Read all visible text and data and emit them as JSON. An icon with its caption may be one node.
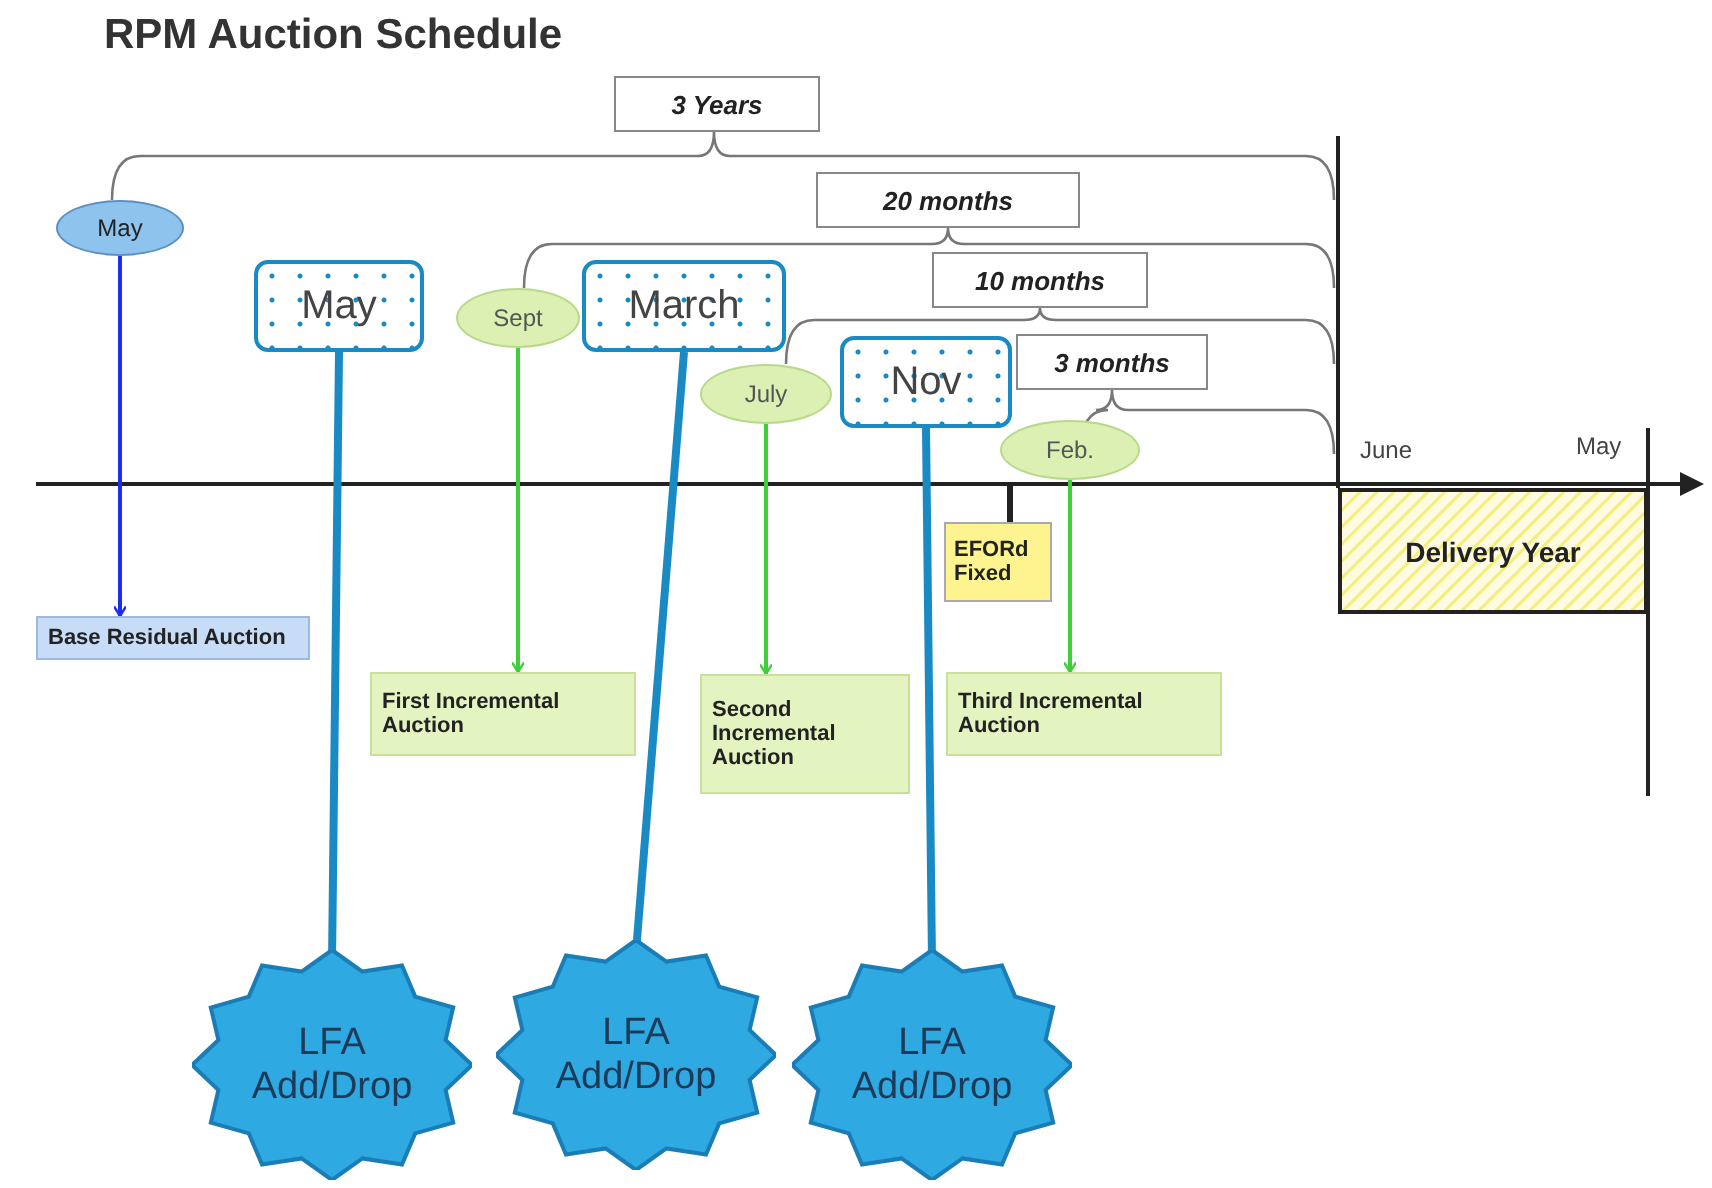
{
  "diagram": {
    "title": "RPM Auction Schedule",
    "nodes": [
      {
        "text": [
          "May"
        ]
      },
      {
        "text": [
          "May"
        ]
      },
      {
        "text": [
          "Sept"
        ]
      },
      {
        "text": [
          "March"
        ]
      },
      {
        "text": [
          "July"
        ]
      },
      {
        "text": [
          "Nov"
        ]
      },
      {
        "text": [
          "Feb."
        ]
      },
      {
        "text": [
          "3 Years"
        ]
      },
      {
        "text": [
          "20 months"
        ]
      },
      {
        "text": [
          "10 months"
        ]
      },
      {
        "text": [
          "3 months"
        ]
      },
      {
        "text": [
          "Base Residual Auction"
        ]
      },
      {
        "text": [
          "First Incremental Auction"
        ]
      },
      {
        "text": [
          "Second Incremental Auction"
        ]
      },
      {
        "text": [
          "EFORd Fixed"
        ]
      },
      {
        "text": [
          "Third Incremental Auction"
        ]
      },
      {
        "text": [
          "Delivery Year"
        ]
      },
      {
        "text": [
          "LFA Add/Drop"
        ]
      },
      {
        "text": [
          "LFA Add/Drop"
        ]
      },
      {
        "text": [
          "LFA Add/Drop"
        ]
      }
    ],
    "edges": [
      {
        "from": 0,
        "to": 11,
        "arrow": "to",
        "color": "#1f2cf2"
      },
      {
        "from": 1,
        "to": 17,
        "arrow": "to",
        "style": "thick",
        "color": "#1a8ac4"
      },
      {
        "from": 2,
        "to": 12,
        "arrow": "to",
        "color": "#3fcf3a"
      },
      {
        "from": 3,
        "to": 18,
        "arrow": "to",
        "style": "thick",
        "color": "#1a8ac4"
      },
      {
        "from": 4,
        "to": 13,
        "arrow": "to",
        "color": "#3fcf3a"
      },
      {
        "from": 5,
        "to": 19,
        "arrow": "to",
        "style": "thick",
        "color": "#1a8ac4"
      },
      {
        "from": 6,
        "to": 15,
        "arrow": "to",
        "color": "#3fcf3a"
      }
    ],
    "labels": [
      "June",
      "May"
    ]
  }
}
